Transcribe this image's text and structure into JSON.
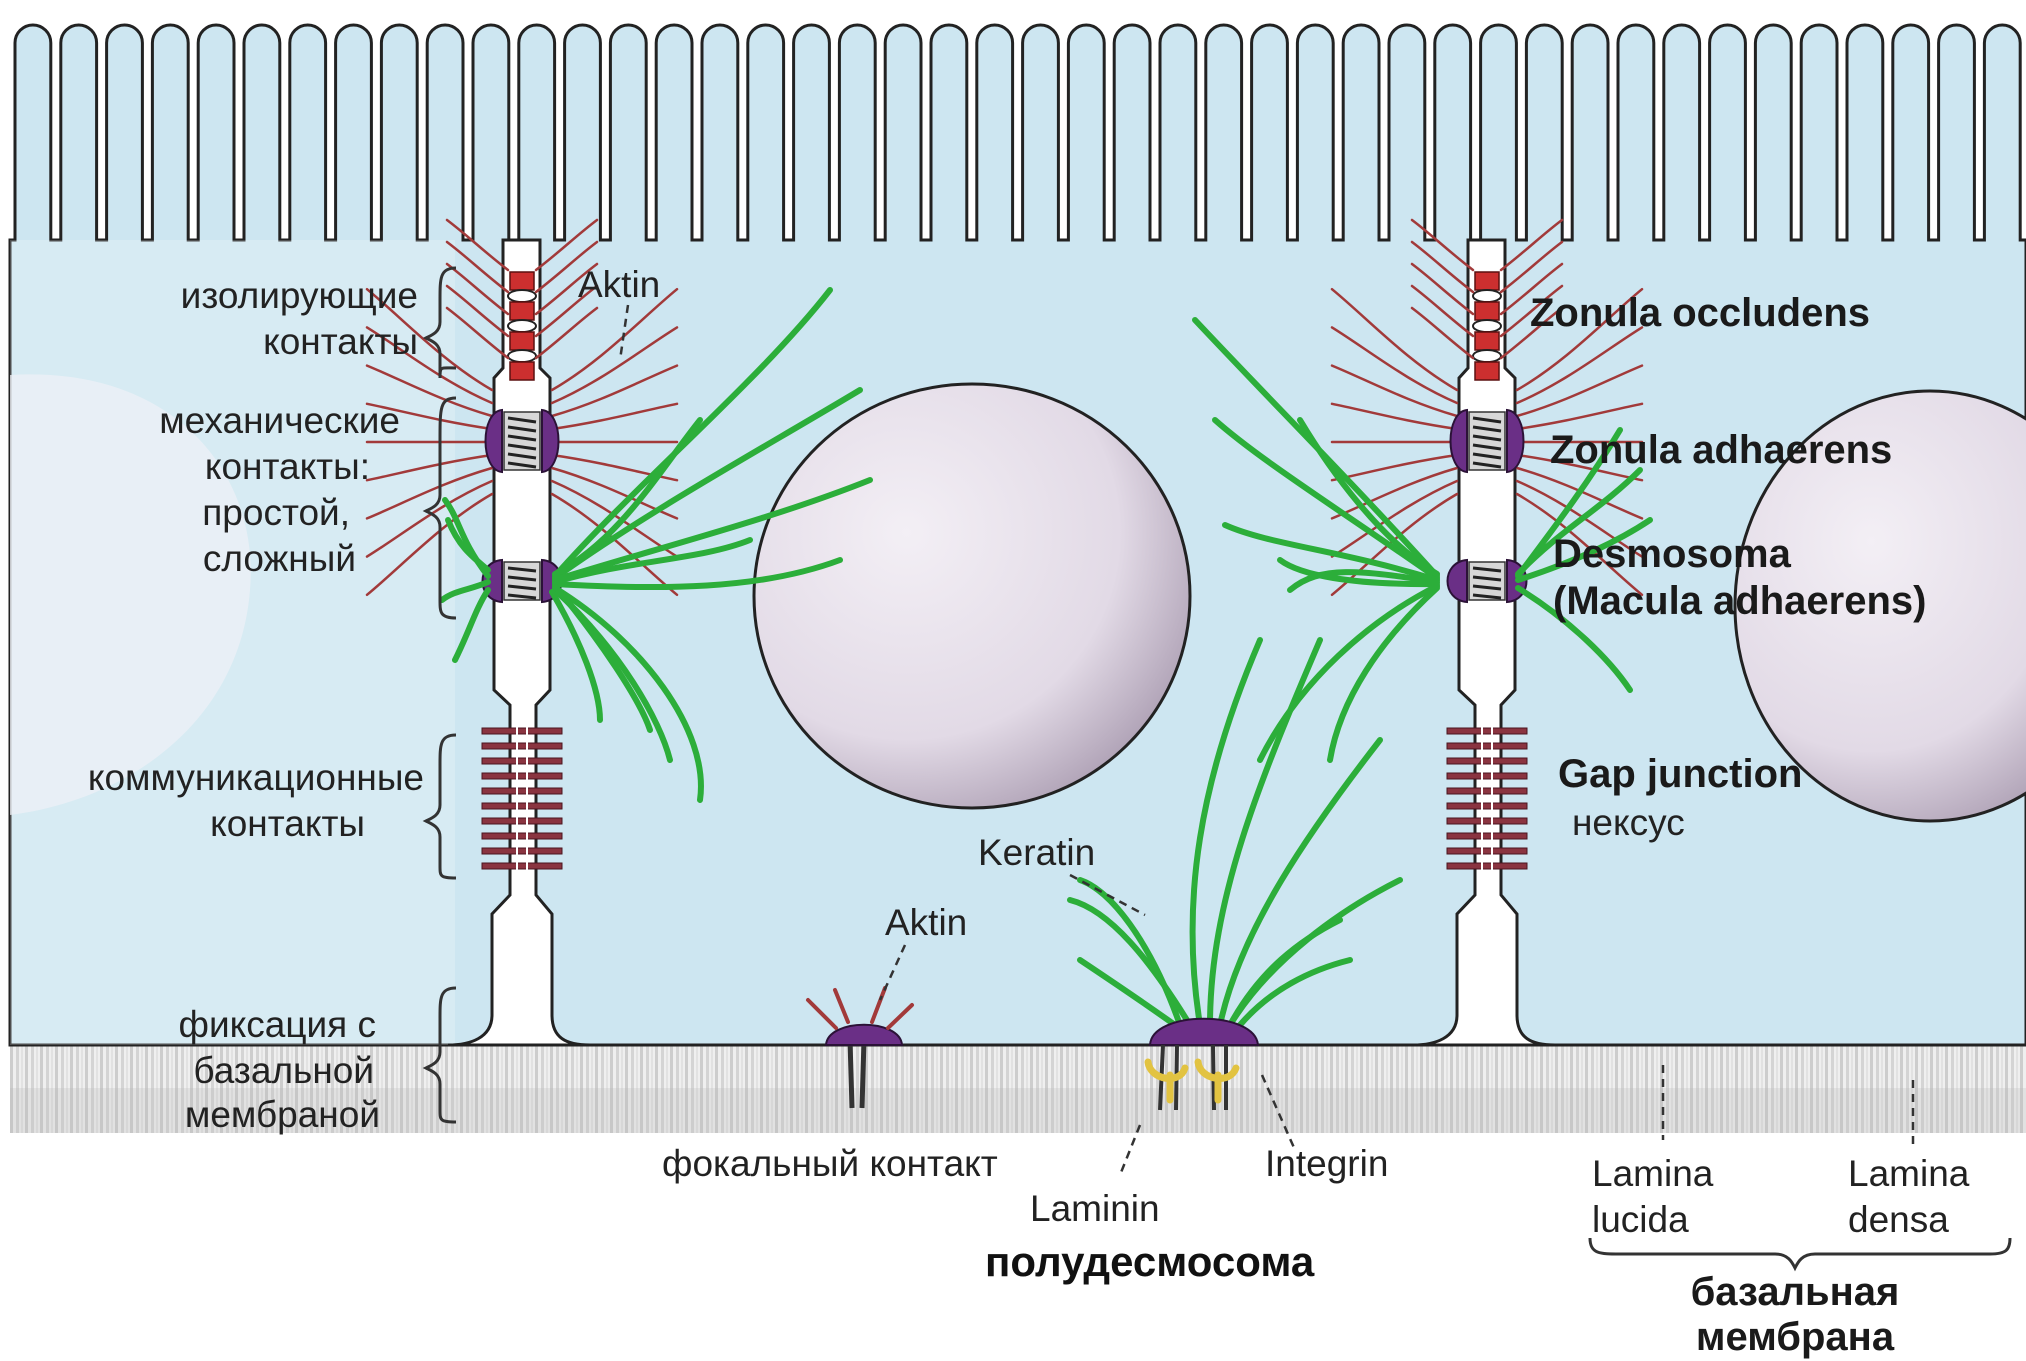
{
  "left_labels": {
    "tight": [
      "изолирующие",
      "контакты"
    ],
    "mechanical": [
      "механические",
      "контакты:",
      "простой,",
      "сложный"
    ],
    "communication": [
      "коммуникационные",
      "контакты"
    ],
    "fixation": [
      "фиксация с",
      "базальной",
      "мембраной"
    ]
  },
  "right_labels": {
    "zonula_occludens": "Zonula occludens",
    "zonula_adhaerens": "Zonula adhaerens",
    "desmosoma": "Desmosoma",
    "macula_adhaerens": "(Macula adhaerens)",
    "gap_junction": "Gap junction",
    "nexus": "нексус"
  },
  "inner_labels": {
    "aktin_top": "Aktin",
    "aktin_bottom": "Aktin",
    "keratin": "Keratin"
  },
  "bottom_labels": {
    "focal_contact": "фокальный контакт",
    "integrin": "Integrin",
    "laminin": "Laminin",
    "hemidesmosome": "полудесмосома",
    "lamina_lucida": [
      "Lamina",
      "lucida"
    ],
    "lamina_densa": [
      "Lamina",
      "densa"
    ],
    "basal_membrane": [
      "базальная",
      "мембрана"
    ]
  },
  "colors": {
    "cytoplasm": "#cde6f1",
    "outline": "#222222",
    "nucleus": "#eae4ec",
    "keratin": "#2cae3a",
    "actin": "#a23a3a",
    "junction_plaque": "#6a2f86",
    "tight_junction": "#cc2f2f",
    "gap_junction": "#8a3440",
    "integrin": "#e2c341"
  }
}
